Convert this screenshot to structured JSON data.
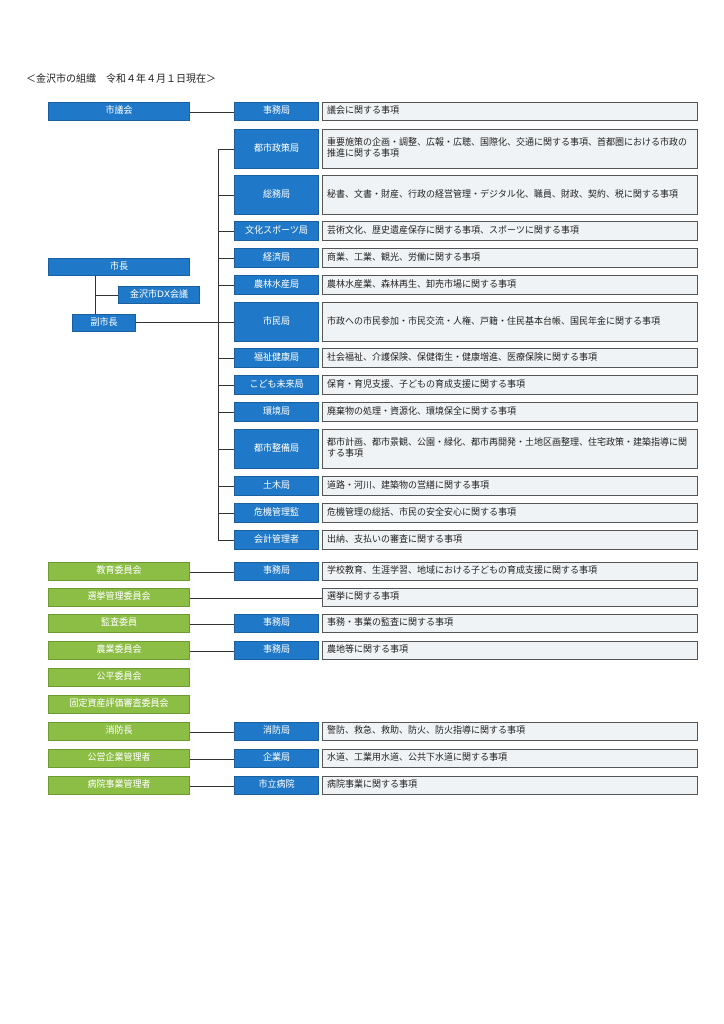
{
  "title": "＜金沢市の組織　令和４年４月１日現在＞",
  "executive": {
    "mayor": "市長",
    "deputy": "副市長",
    "council": "金沢市DX会議",
    "departments": [
      {
        "name": "都市政策局",
        "duty": "重要施策の企画・調整、広報・広聴、国際化、交通に関する事項、首都圏における市政の推進に関する事項"
      },
      {
        "name": "総務局",
        "duty": "秘書、文書・財産、行政の経営管理・デジタル化、職員、財政、契約、税に関する事項"
      },
      {
        "name": "文化スポーツ局",
        "duty": "芸術文化、歴史遺産保存に関する事項、スポーツに関する事項"
      },
      {
        "name": "経済局",
        "duty": "商業、工業、観光、労働に関する事項"
      },
      {
        "name": "農林水産局",
        "duty": "農林水産業、森林再生、卸売市場に関する事項"
      },
      {
        "name": "市民局",
        "duty": "市政への市民参加・市民交流・人権、戸籍・住民基本台帳、国民年金に関する事項"
      },
      {
        "name": "福祉健康局",
        "duty": "社会福祉、介護保険、保健衛生・健康増進、医療保険に関する事項"
      },
      {
        "name": "こども未来局",
        "duty": "保育・育児支援、子どもの育成支援に関する事項"
      },
      {
        "name": "環境局",
        "duty": "廃棄物の処理・資源化、環境保全に関する事項"
      },
      {
        "name": "都市整備局",
        "duty": "都市計画、都市景観、公園・緑化、都市再開発・土地区画整理、住宅政策・建築指導に関する事項"
      },
      {
        "name": "土木局",
        "duty": "道路・河川、建築物の営繕に関する事項"
      },
      {
        "name": "危機管理監",
        "duty": "危機管理の総括、市民の安全安心に関する事項"
      },
      {
        "name": "会計管理者",
        "duty": "出納、支払いの審査に関する事項"
      }
    ]
  },
  "assembly": {
    "name": "市議会",
    "office": "事務局",
    "duty": "議会に関する事項"
  },
  "commissions": [
    {
      "name": "教育委員会",
      "office": "事務局",
      "duty": "学校教育、生涯学習、地域における子どもの育成支援に関する事項"
    },
    {
      "name": "選挙管理委員会",
      "office": "",
      "duty": "選挙に関する事項"
    },
    {
      "name": "監査委員",
      "office": "事務局",
      "duty": "事務・事業の監査に関する事項"
    },
    {
      "name": "農業委員会",
      "office": "事務局",
      "duty": "農地等に関する事項"
    },
    {
      "name": "公平委員会",
      "office": "",
      "duty": ""
    },
    {
      "name": "固定資産評価審査委員会",
      "office": "",
      "duty": ""
    },
    {
      "name": "消防長",
      "office": "消防局",
      "duty": "警防、救急、救助、防火、防火指導に関する事項"
    },
    {
      "name": "公営企業管理者",
      "office": "企業局",
      "duty": "水道、工業用水道、公共下水道に関する事項"
    },
    {
      "name": "病院事業管理者",
      "office": "市立病院",
      "duty": "病院事業に関する事項"
    }
  ],
  "colors": {
    "executive": "#1f78c8",
    "commission": "#8cbd45",
    "duty_bg": "#f0f3f5"
  }
}
